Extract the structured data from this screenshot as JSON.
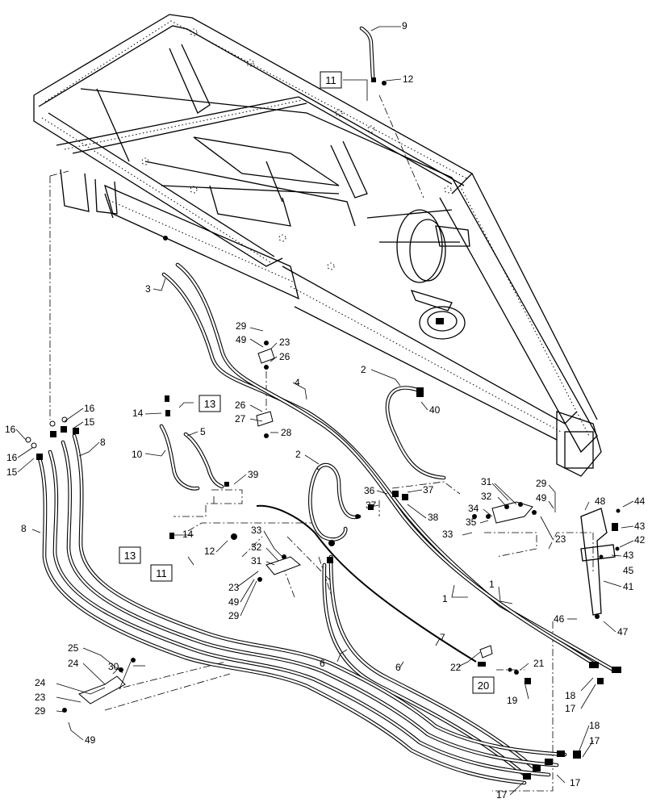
{
  "diagram": {
    "callout_labels": [
      "1",
      "1",
      "2",
      "2",
      "3",
      "4",
      "5",
      "6",
      "6",
      "7",
      "8",
      "8",
      "9",
      "10",
      "12",
      "12",
      "14",
      "14",
      "15",
      "15",
      "16",
      "16",
      "16",
      "17",
      "17",
      "17",
      "17",
      "17",
      "18",
      "18",
      "19",
      "21",
      "22",
      "23",
      "23",
      "23",
      "23",
      "24",
      "24",
      "25",
      "26",
      "26",
      "27",
      "28",
      "29",
      "29",
      "29",
      "29",
      "30",
      "31",
      "31",
      "32",
      "32",
      "33",
      "33",
      "34",
      "35",
      "36",
      "37",
      "37",
      "38",
      "39",
      "40",
      "41",
      "42",
      "43",
      "43",
      "44",
      "45",
      "46",
      "47",
      "48",
      "49",
      "49",
      "49",
      "49"
    ],
    "boxed_refs": [
      "11",
      "11",
      "13",
      "13",
      "20"
    ]
  }
}
